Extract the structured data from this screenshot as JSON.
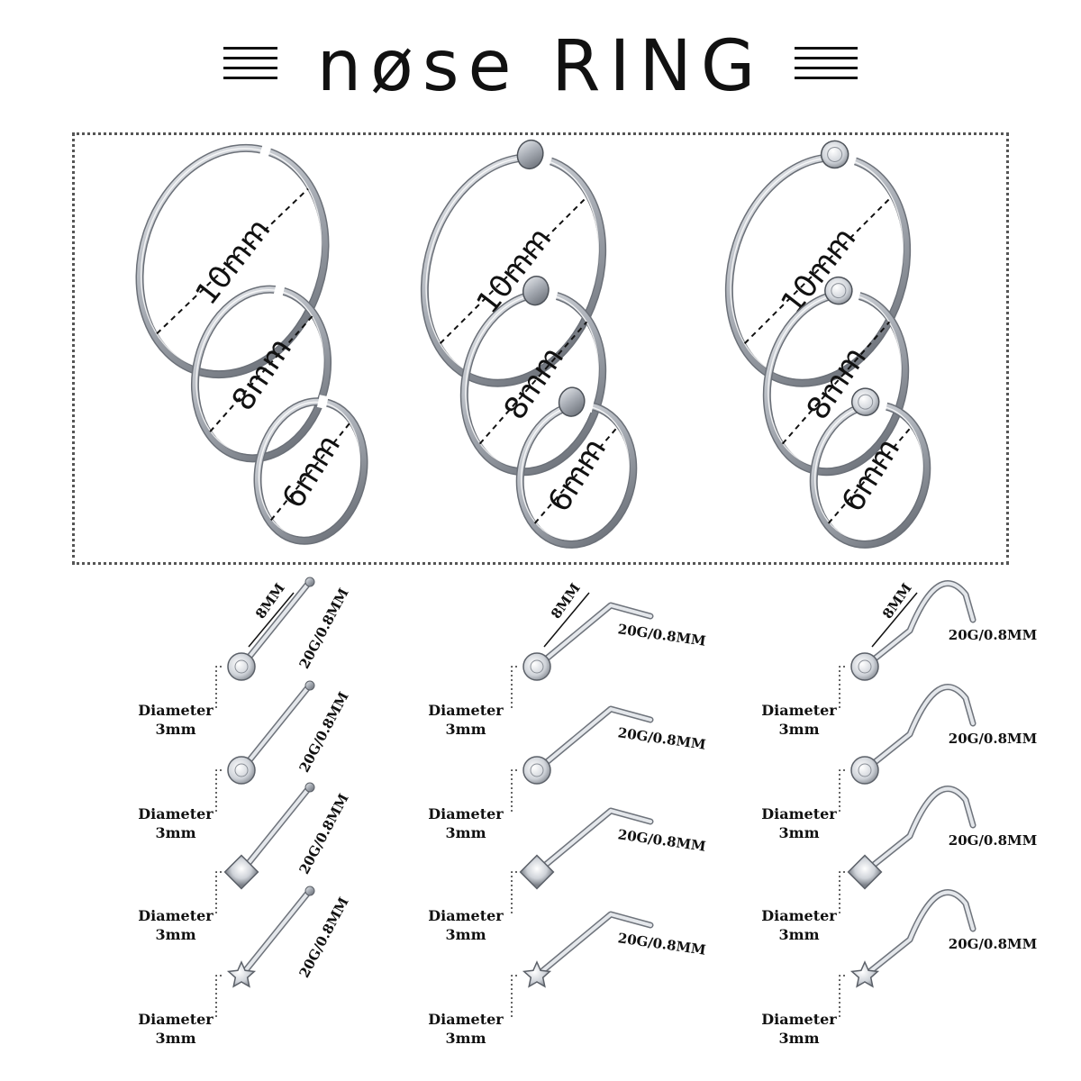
{
  "title": "nøse RING",
  "hoops": [
    {
      "style": "plain-hoop",
      "sizes": [
        "10mm",
        "8mm",
        "6mm"
      ]
    },
    {
      "style": "ball-end-hoop",
      "sizes": [
        "10mm",
        "8mm",
        "6mm"
      ]
    },
    {
      "style": "gem-end-hoop",
      "sizes": [
        "10mm",
        "8mm",
        "6mm"
      ]
    }
  ],
  "studs": {
    "length_label": "8MM",
    "gauge_label": "20G/0.8MM",
    "diameter_label": "Diameter",
    "diameter_value": "3mm",
    "columns": [
      {
        "style": "straight-bone",
        "gems": [
          "round-gem",
          "round-gem",
          "square-gem",
          "star-gem"
        ]
      },
      {
        "style": "l-shape",
        "gems": [
          "round-gem",
          "round-gem",
          "square-gem",
          "star-gem"
        ]
      },
      {
        "style": "screw",
        "gems": [
          "round-gem",
          "round-gem",
          "square-gem",
          "star-gem"
        ]
      }
    ]
  },
  "colors": {
    "metal": "#b9bec6",
    "metal_dark": "#6f747c",
    "ink": "#111111"
  }
}
